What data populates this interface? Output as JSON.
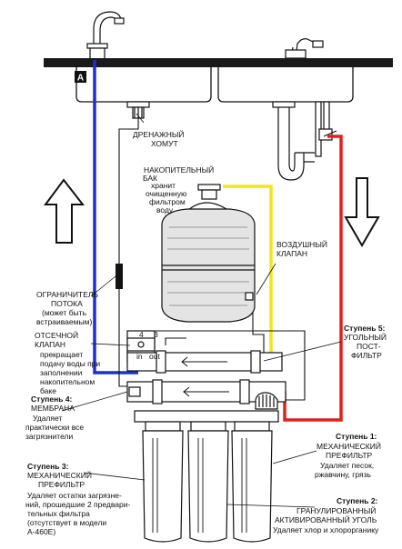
{
  "badge_letter": "A",
  "colors": {
    "cold_line": "#1f2fd0",
    "hot_line": "#e0201c",
    "product_line": "#f2e51c",
    "outline": "#111111",
    "tank_fill": "#e4e4e4"
  },
  "labels": {
    "drain_clamp": [
      "ДРЕНАЖНЫЙ",
      "ХОМУТ"
    ],
    "storage_tank": {
      "title": [
        "НАКОПИТЕЛЬНЫЙ",
        "БАК"
      ],
      "desc": [
        "хранит",
        "очищенную",
        "фильтром",
        "воду"
      ]
    },
    "air_valve": [
      "ВОЗДУШНЫЙ",
      "КЛАПАН"
    ],
    "flow_limiter": {
      "title": [
        "ОГРАНИЧИТЕЛЬ",
        "ПОТОКА"
      ],
      "desc": [
        "(может быть",
        "встраиваемым)"
      ]
    },
    "shutoff_valve": {
      "title": [
        "ОТСЕЧНОЙ",
        "КЛАПАН"
      ],
      "desc": [
        "прекращает",
        "подачу воды при",
        "заполнении",
        "накопительном",
        "баке"
      ]
    },
    "port_labels": [
      "4",
      "3",
      "in",
      "out"
    ],
    "stage5": {
      "step": "Ступень 5:",
      "title": [
        "УГОЛЬНЫЙ",
        "ПОСТ-",
        "ФИЛЬТР"
      ]
    },
    "stage4": {
      "step": "Ступень 4:",
      "title": "МЕМБРАНА",
      "desc": [
        "Удаляет",
        "практически все",
        "загрязнители"
      ]
    },
    "stage1": {
      "step": "Ступень 1:",
      "title": [
        "МЕХАНИЧЕСКИЙ",
        "ПРЕФИЛЬТР"
      ],
      "desc": [
        "Удаляет песок,",
        "ржавчину, грязь"
      ]
    },
    "stage3": {
      "step": "Ступень 3:",
      "title": [
        "МЕХАНИЧЕСКИЙ",
        "ПРЕФИЛЬТР"
      ],
      "desc": [
        "Удаляет остатки загрязне-",
        "ний, прошедшие 2 предвари-",
        "тельных фильтра",
        "(отсутствует в модели",
        "А-460Е)"
      ]
    },
    "stage2": {
      "step": "Ступень 2:",
      "title": [
        "ГРАНУЛИРОВАННЫЙ",
        "АКТИВИРОВАННЫЙ УГОЛЬ"
      ],
      "desc": [
        "Удаляет хлор и хлорорганику"
      ]
    }
  }
}
